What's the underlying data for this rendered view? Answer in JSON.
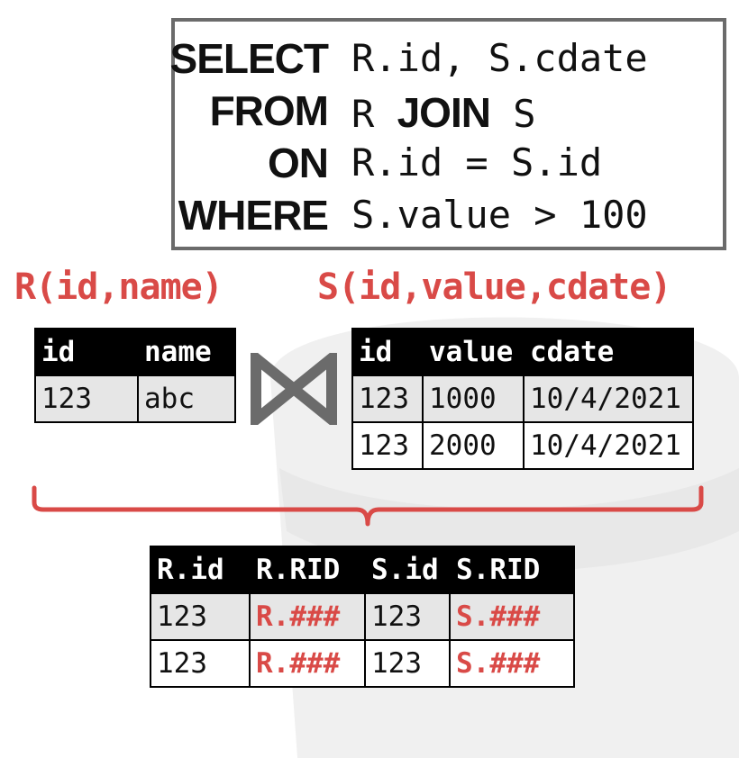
{
  "query": {
    "lines": [
      {
        "keyword": "SELECT",
        "rest": "R.id, S.cdate"
      },
      {
        "keyword": "FROM",
        "rest_pre": "R ",
        "rest_kw": "JOIN",
        "rest_post": " S"
      },
      {
        "keyword": "ON",
        "rest": "R.id = S.id"
      },
      {
        "keyword": "WHERE",
        "rest": "S.value > 100"
      }
    ]
  },
  "relations": {
    "r": {
      "title": "R(id,name)",
      "headers": [
        "id",
        "name"
      ],
      "rows": [
        [
          "123",
          "abc"
        ]
      ]
    },
    "s": {
      "title": "S(id,value,cdate)",
      "headers": [
        "id",
        "value",
        "cdate"
      ],
      "rows": [
        [
          "123",
          "1000",
          "10/4/2021"
        ],
        [
          "123",
          "2000",
          "10/4/2021"
        ]
      ]
    }
  },
  "join_symbol": "⋈",
  "result": {
    "headers": [
      "R.id",
      "R.RID",
      "S.id",
      "S.RID"
    ],
    "rows": [
      [
        "123",
        "R.###",
        "123",
        "S.###"
      ],
      [
        "123",
        "R.###",
        "123",
        "S.###"
      ]
    ]
  },
  "colors": {
    "accent": "#d94a47",
    "box_border": "#6b6b6b",
    "header_bg": "#000000",
    "row_shade": "#e6e6e6"
  }
}
